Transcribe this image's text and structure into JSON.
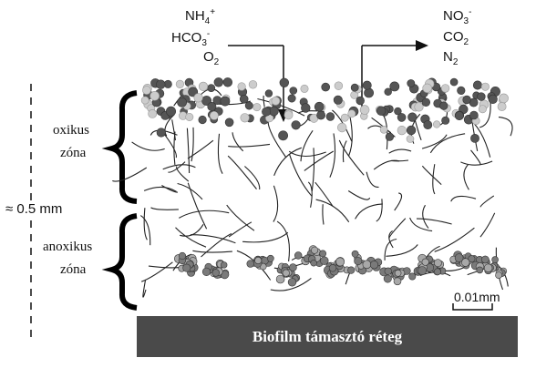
{
  "inputs": {
    "nh4": "NH",
    "nh4_sub": "4",
    "nh4_sup": "+",
    "hco3": "HCO",
    "hco3_sub": "3",
    "hco3_sup": "-",
    "o2": "O",
    "o2_sub": "2"
  },
  "outputs": {
    "no3": "NO",
    "no3_sub": "3",
    "no3_sup": "-",
    "co2": "CO",
    "co2_sub": "2",
    "n2": "N",
    "n2_sub": "2"
  },
  "zones": {
    "oxic_line1": "oxikus",
    "oxic_line2": "zóna",
    "anoxic_line1": "anoxikus",
    "anoxic_line2": "zóna"
  },
  "thickness": "≈ 0.5 mm",
  "scale_bar": "0.01mm",
  "support_layer": "Biofilm támasztó réteg",
  "colors": {
    "support": "#4a4a4a",
    "dark_cell": "#555555",
    "light_cell": "#cccccc",
    "filament": "#222222"
  }
}
